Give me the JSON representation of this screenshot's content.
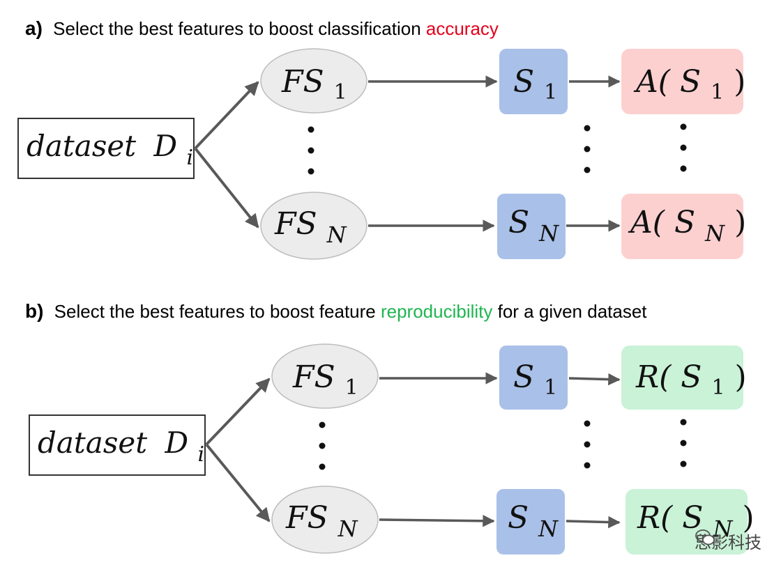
{
  "panel_a": {
    "label": "a)",
    "heading_text": "Select the best features to boost classification ",
    "heading_highlight": "accuracy",
    "highlight_color": "#e3001b",
    "dataset_word": "dataset",
    "dataset_symbol": "D",
    "dataset_sub": "i",
    "fs_top": {
      "main": "FS",
      "sub": "1"
    },
    "fs_bottom": {
      "main": "FS",
      "sub": "N"
    },
    "s_top": {
      "main": "S",
      "sub": "1"
    },
    "s_bottom": {
      "main": "S",
      "sub": "N"
    },
    "out_top": {
      "fn": "A(",
      "main": "S",
      "sub": "1",
      "close": ")"
    },
    "out_bottom": {
      "fn": "A(",
      "main": "S",
      "sub": "N",
      "close": ")"
    },
    "output_color": "#fdd0d0"
  },
  "panel_b": {
    "label": "b)",
    "heading_text": "Select the best features to boost feature ",
    "heading_highlight": "reproducibility",
    "heading_tail": " for a given dataset",
    "highlight_color": "#1fb550",
    "dataset_word": "dataset",
    "dataset_symbol": "D",
    "dataset_sub": "i",
    "fs_top": {
      "main": "FS",
      "sub": "1"
    },
    "fs_bottom": {
      "main": "FS",
      "sub": "N"
    },
    "s_top": {
      "main": "S",
      "sub": "1"
    },
    "s_bottom": {
      "main": "S",
      "sub": "N"
    },
    "out_top": {
      "fn": "R(",
      "main": "S",
      "sub": "1",
      "close": ")"
    },
    "out_bottom": {
      "fn": "R(",
      "main": "S",
      "sub": "N",
      "close": ")"
    },
    "output_color": "#c9f2d7"
  },
  "colors": {
    "subset_box": "#a9c0e8",
    "ellipse_fill": "#ececec",
    "ellipse_stroke": "#bdbdbd",
    "arrow": "#595959"
  },
  "watermark": {
    "text": "思影科技",
    "icon": "wechat-icon"
  }
}
